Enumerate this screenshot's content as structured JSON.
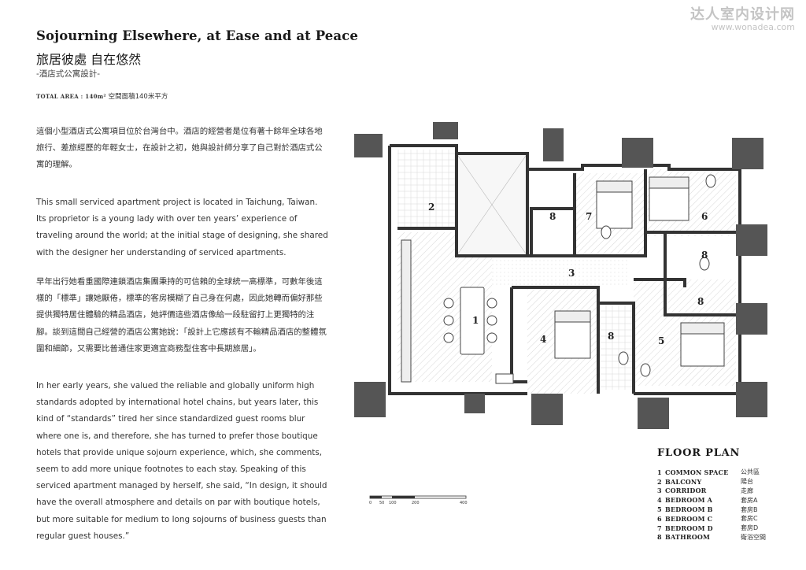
{
  "watermark": {
    "cn": "达人室内设计网",
    "url": "www.wonadea.com"
  },
  "header": {
    "title_en": "Sojourning Elsewhere, at Ease and at Peace",
    "title_cn": "旅居彼處 自在悠然",
    "subtitle_cn": "-酒店式公寓設計-",
    "area_label": "TOTAL AREA : 140m²",
    "area_cn": "空間面積140米平方"
  },
  "body": {
    "p1_cn": "這個小型酒店式公寓項目位於台灣台中。酒店的經營者是位有著十餘年全球各地旅行、差旅經歷的年輕女士，在設計之初，她與設計師分享了自己對於酒店式公寓的理解。",
    "p2_en": "This small serviced apartment project is located in Taichung, Taiwan. Its proprietor is a young lady with over ten years’ experience of traveling around the world; at the initial stage of designing, she shared with the designer her understanding of serviced apartments.",
    "p3_cn": "早年出行她看重國際連鎖酒店集團秉持的可信賴的全球統一高標準，可數年後這樣的「標準」讓她厭倦，標準的客房模糊了自己身在何處，因此她轉而偏好那些提供獨特居住體驗的精品酒店，她評價這些酒店像給一段駐留打上更獨特的注腳。談到這間自己經營的酒店公寓她說：「設計上它應該有不輸精品酒店的整體氛圍和細節，又需要比普通住家更適宜商務型住客中長期旅居」。",
    "p4_en": "In her early years, she valued the reliable and globally uniform high standards adopted by international hotel chains, but years later, this kind of “standards” tired her since standardized guest rooms blur where one is, and therefore, she has turned to prefer those boutique hotels that provide unique sojourn experience, which, she comments, seem to add more unique footnotes to each stay. Speaking of this serviced apartment managed by herself, she said, “In design, it should have the overall atmosphere and details on par with boutique hotels, but more suitable for medium to long sojourns of business guests than regular guest houses.”"
  },
  "plan": {
    "room_numbers": [
      "1",
      "2",
      "3",
      "4",
      "5",
      "6",
      "7",
      "8",
      "8",
      "8",
      "8"
    ],
    "scale": [
      "0",
      "50",
      "100",
      "200",
      "400"
    ]
  },
  "legend": {
    "title": "FLOOR PLAN",
    "items": [
      {
        "num": "1",
        "en": "COMMON SPACE",
        "cn": "公共區"
      },
      {
        "num": "2",
        "en": "BALCONY",
        "cn": "陽台"
      },
      {
        "num": "3",
        "en": "CORRIDOR",
        "cn": "走廊"
      },
      {
        "num": "4",
        "en": "BEDROOM A",
        "cn": "套房A"
      },
      {
        "num": "5",
        "en": "BEDROOM B",
        "cn": "套房B"
      },
      {
        "num": "6",
        "en": "BEDROOM C",
        "cn": "套房C"
      },
      {
        "num": "7",
        "en": "BEDROOM D",
        "cn": "套房D"
      },
      {
        "num": "8",
        "en": "BATHROOM",
        "cn": "衛浴空間"
      }
    ]
  },
  "colors": {
    "wall": "#333333",
    "column": "#555555",
    "floor_hatch": "#e6e6e6",
    "text": "#222222"
  }
}
